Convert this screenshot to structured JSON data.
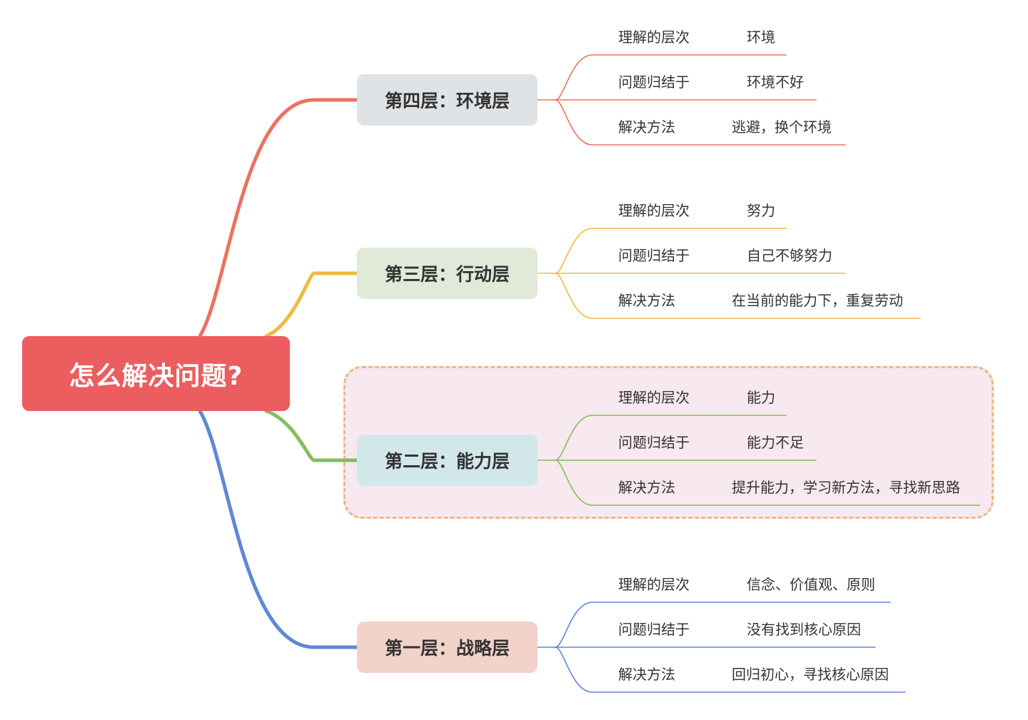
{
  "colors": {
    "root_bg": "#ec5d5f",
    "highlight_bg": "#f8e8ef",
    "highlight_border": "#ecb984"
  },
  "root": {
    "label": "怎么解决问题?"
  },
  "branches": [
    {
      "title": "第四层：环境层",
      "color": "#e9735f",
      "bg": "#e0e3e5",
      "items": [
        {
          "label": "理解的层次",
          "value": "环境"
        },
        {
          "label": "问题归结于",
          "value": "环境不好"
        },
        {
          "label": "解决方法",
          "value": "逃避，换个环境"
        }
      ]
    },
    {
      "title": "第三层：行动层",
      "color": "#efbb3e",
      "bg": "#e1e9d8",
      "items": [
        {
          "label": "理解的层次",
          "value": "努力"
        },
        {
          "label": "问题归结于",
          "value": "自己不够努力"
        },
        {
          "label": "解决方法",
          "value": "在当前的能力下，重复劳动"
        }
      ]
    },
    {
      "title": "第二层：能力层",
      "color": "#84bd5c",
      "bg": "#d2e7ea",
      "items": [
        {
          "label": "理解的层次",
          "value": "能力"
        },
        {
          "label": "问题归结于",
          "value": "能力不足"
        },
        {
          "label": "解决方法",
          "value": "提升能力，学习新方法，寻找新思路"
        }
      ]
    },
    {
      "title": "第一层：战略层",
      "color": "#5d88d3",
      "bg": "#f2d2c9",
      "items": [
        {
          "label": "理解的层次",
          "value": "信念、价值观、原则"
        },
        {
          "label": "问题归结于",
          "value": "没有找到核心原因"
        },
        {
          "label": "解决方法",
          "value": "回归初心，寻找核心原因"
        }
      ]
    }
  ]
}
